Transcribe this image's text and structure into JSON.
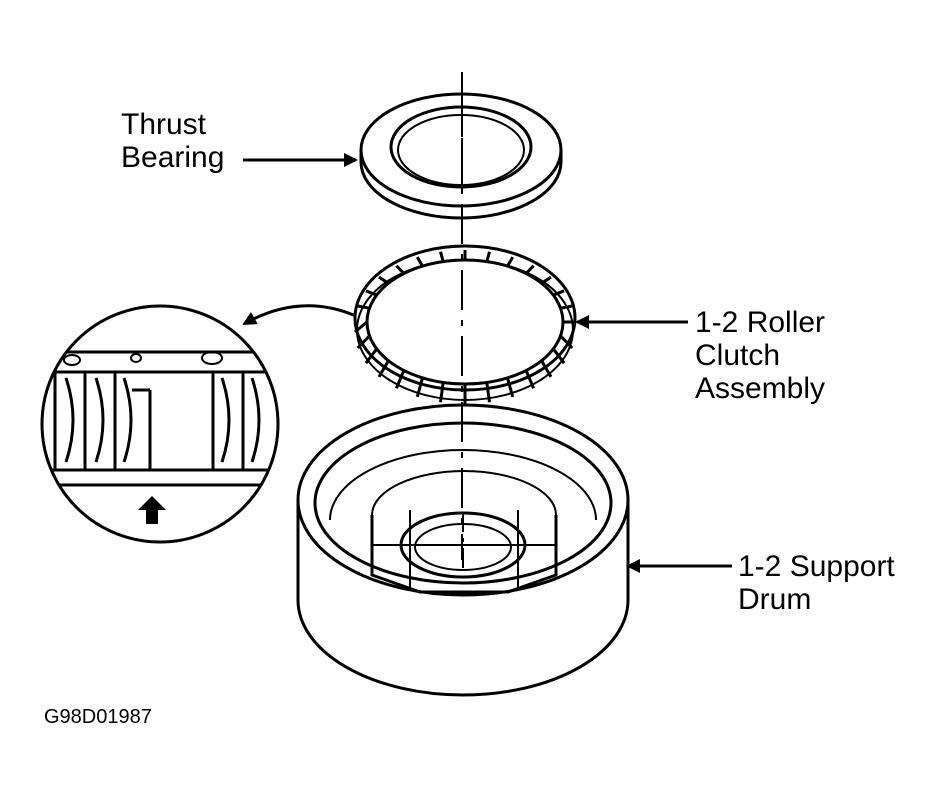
{
  "labels": {
    "thrust_bearing": [
      "Thrust",
      "Bearing"
    ],
    "roller_clutch": [
      "1-2 Roller",
      "Clutch",
      "Assembly"
    ],
    "support_drum": [
      "1-2 Support",
      "Drum"
    ]
  },
  "figure_code": "G98D01987",
  "colors": {
    "ink": "#000000",
    "paper": "#ffffff"
  }
}
